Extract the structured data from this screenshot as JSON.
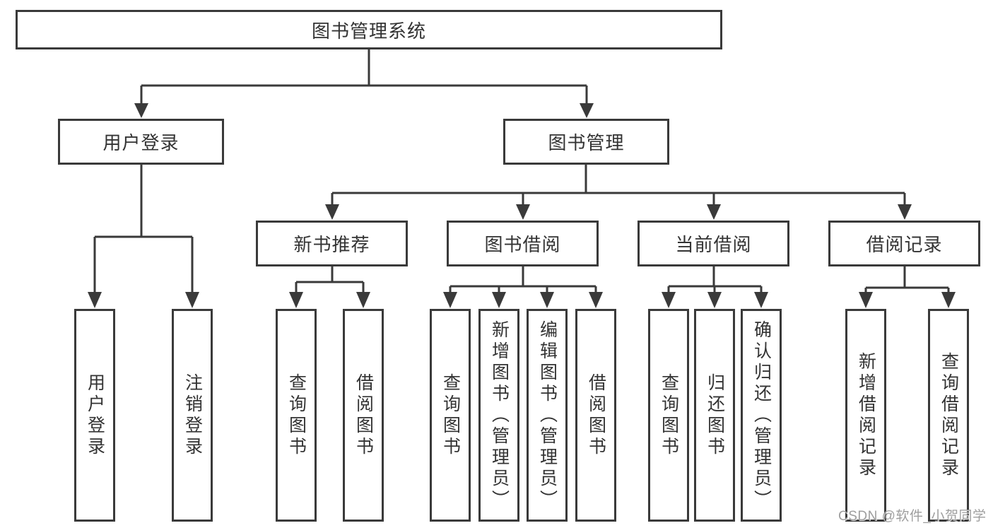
{
  "diagram": {
    "title_node": "图书管理系统",
    "level2": {
      "user_login": "用户登录",
      "book_management": "图书管理"
    },
    "level3": {
      "new_book_recommend": "新书推荐",
      "book_borrow": "图书借阅",
      "current_borrow": "当前借阅",
      "borrow_records": "借阅记录"
    },
    "leaves": {
      "user_login": "用户登录",
      "logout": "注销登录",
      "nbr_query_books": "查询图书",
      "nbr_borrow_books": "借阅图书",
      "bb_query_books": "查询图书",
      "bb_add_books": "新增图书（管理员）",
      "bb_edit_books": "编辑图书（管理员）",
      "bb_borrow_books": "借阅图书",
      "cb_query_books": "查询图书",
      "cb_return_books": "归还图书",
      "cb_confirm_return": "确认归还（管理员）",
      "br_add_record": "新增借阅记录",
      "br_query_record": "查询借阅记录"
    },
    "line_color": "#3a3a3a",
    "text_color": "#333333"
  },
  "watermark": "CSDN @软件_小贺同学"
}
